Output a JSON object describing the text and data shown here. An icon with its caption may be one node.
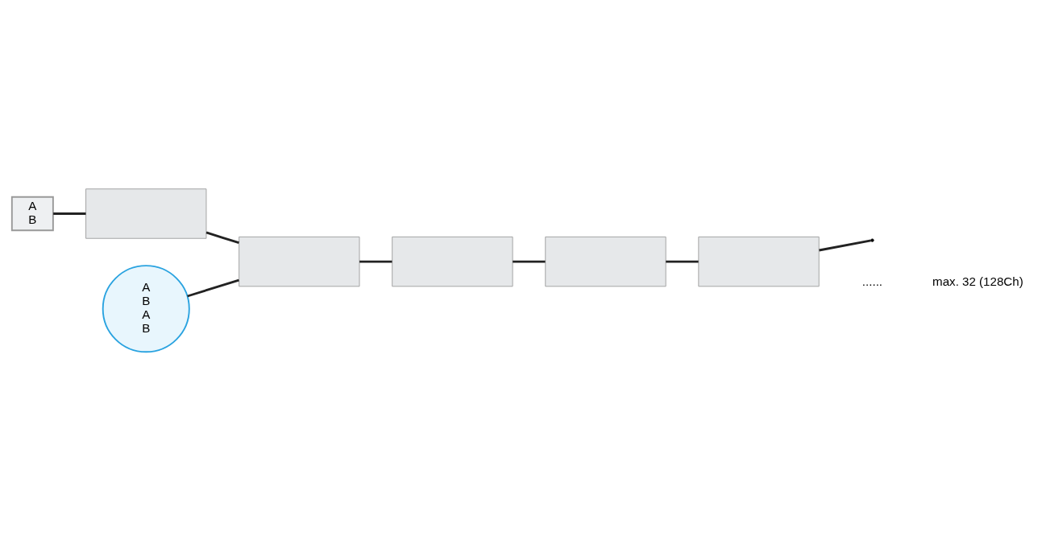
{
  "diagram": {
    "nodes": [
      {
        "text": [
          "A",
          "B"
        ]
      },
      {
        "text": [],
        "shape": "box"
      },
      {
        "text": [],
        "shape": "box"
      },
      {
        "text": [],
        "shape": "box"
      },
      {
        "text": [],
        "shape": "box"
      },
      {
        "text": [],
        "shape": "box"
      },
      {
        "text": [
          "A",
          "B",
          "A",
          "B"
        ]
      }
    ],
    "edges": [
      {
        "from": 0,
        "to": 1,
        "arrow": "none"
      },
      {
        "from": 1,
        "to": 2,
        "arrow": "none"
      },
      {
        "from": 2,
        "to": 3,
        "arrow": "none"
      },
      {
        "from": 3,
        "to": 4,
        "arrow": "none"
      },
      {
        "from": 4,
        "to": 5,
        "arrow": "none"
      },
      {
        "from": 5,
        "to": null,
        "arrow": "none"
      },
      {
        "from": 6,
        "to": 2,
        "arrow": "none"
      }
    ],
    "labels": [
      "......",
      "max. 32 (128Ch)"
    ]
  }
}
